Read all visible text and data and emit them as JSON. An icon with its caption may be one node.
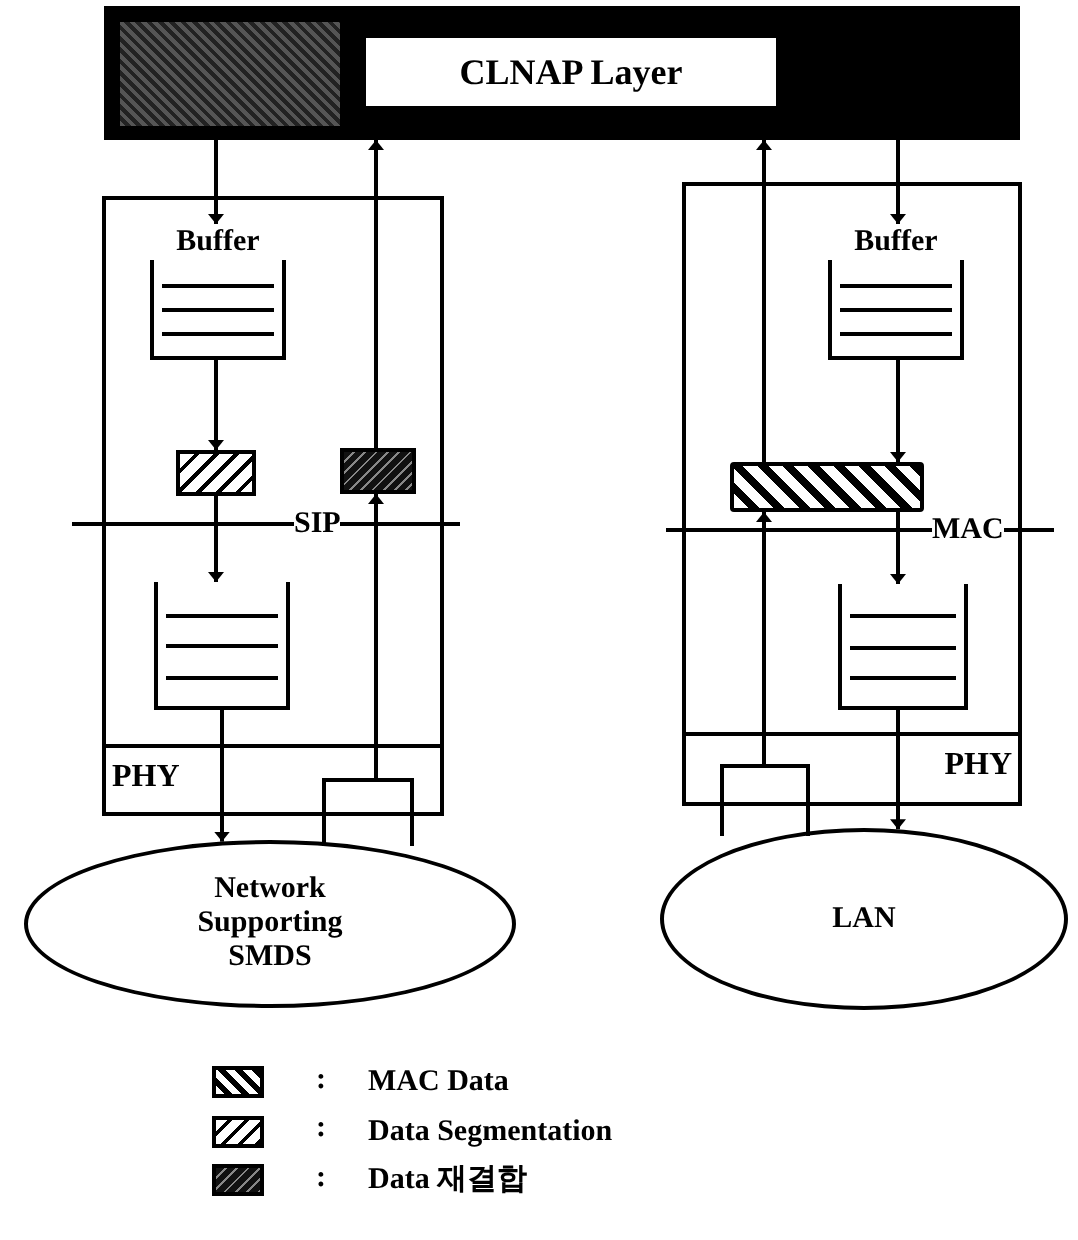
{
  "diagram": {
    "nodes": [
      {
        "text": [
          "CLNAP Layer"
        ]
      },
      {
        "text": [],
        "shape": "box"
      },
      {
        "text": [
          "Buffer"
        ],
        "in": 1
      },
      {
        "text": [],
        "shape": "box",
        "in": 1
      },
      {
        "text": [],
        "shape": "box",
        "in": 1
      },
      {
        "text": [],
        "shape": "box",
        "in": 1
      },
      {
        "text": [
          "PHY"
        ],
        "in": 1
      },
      {
        "text": [],
        "shape": "box"
      },
      {
        "text": [
          "Network Supporting SMDS"
        ]
      },
      {
        "text": [],
        "shape": "box"
      },
      {
        "text": [
          "Buffer"
        ],
        "in": 9
      },
      {
        "text": [],
        "shape": "box",
        "in": 9
      },
      {
        "text": [],
        "shape": "box",
        "in": 9
      },
      {
        "text": [
          "PHY"
        ],
        "in": 9
      },
      {
        "text": [],
        "shape": "box"
      },
      {
        "text": [
          "LAN"
        ]
      }
    ],
    "edges": [
      {
        "from": 0,
        "to": 2,
        "arrow": "to"
      },
      {
        "from": 2,
        "to": 3,
        "arrow": "to"
      },
      {
        "from": 3,
        "to": 5,
        "arrow": "to"
      },
      {
        "from": 5,
        "to": 8,
        "arrow": "to"
      },
      {
        "from": 7,
        "to": 4,
        "arrow": "to"
      },
      {
        "from": 4,
        "to": 0,
        "arrow": "to"
      },
      {
        "from": 0,
        "to": 10,
        "arrow": "to"
      },
      {
        "from": 10,
        "to": 11,
        "arrow": "to"
      },
      {
        "from": 11,
        "to": 12,
        "arrow": "to"
      },
      {
        "from": 12,
        "to": 15,
        "arrow": "to"
      },
      {
        "from": 14,
        "to": 11,
        "arrow": "to"
      },
      {
        "from": 11,
        "to": 0,
        "arrow": "to"
      }
    ],
    "labels": [
      "SIP",
      "MAC",
      ":",
      ":",
      ":"
    ],
    "legend": [
      {
        "text": "MAC Data"
      },
      {
        "text": "Data Segmentation"
      },
      {
        "text": "Data 재결합"
      }
    ]
  }
}
